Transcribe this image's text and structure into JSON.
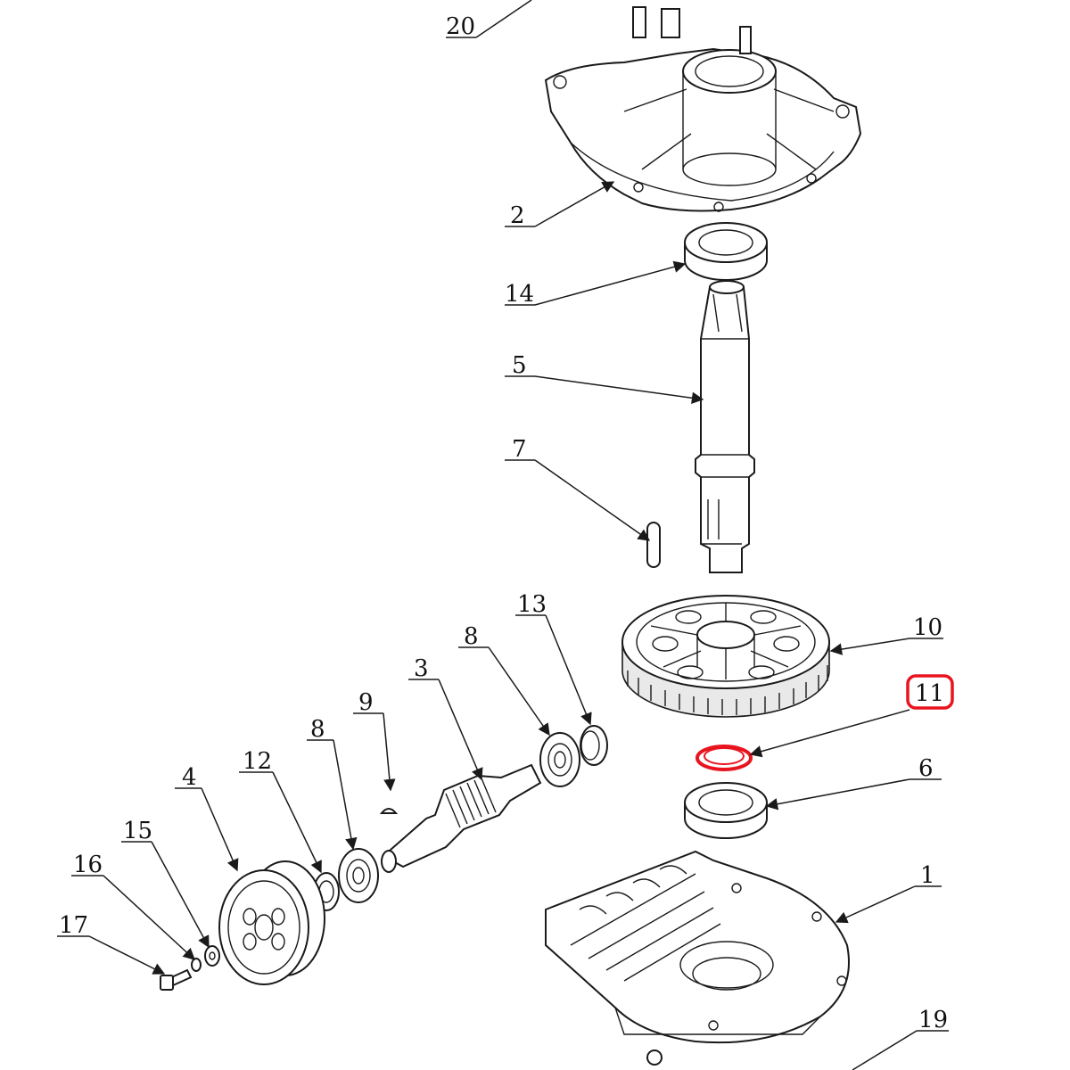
{
  "callouts": {
    "c20": "20",
    "c2": "2",
    "c14": "14",
    "c5": "5",
    "c7": "7",
    "c13": "13",
    "c10": "10",
    "c8a": "8",
    "c3": "3",
    "c11": "11",
    "c9": "9",
    "c8b": "8",
    "c6": "6",
    "c12": "12",
    "c4": "4",
    "c15": "15",
    "c16": "16",
    "c1": "1",
    "c17": "17",
    "c19": "19"
  },
  "highlight": {
    "part": "11",
    "color": "#e8141e"
  },
  "colors": {
    "line": "#1a1a1a",
    "background": "#ffffff"
  }
}
